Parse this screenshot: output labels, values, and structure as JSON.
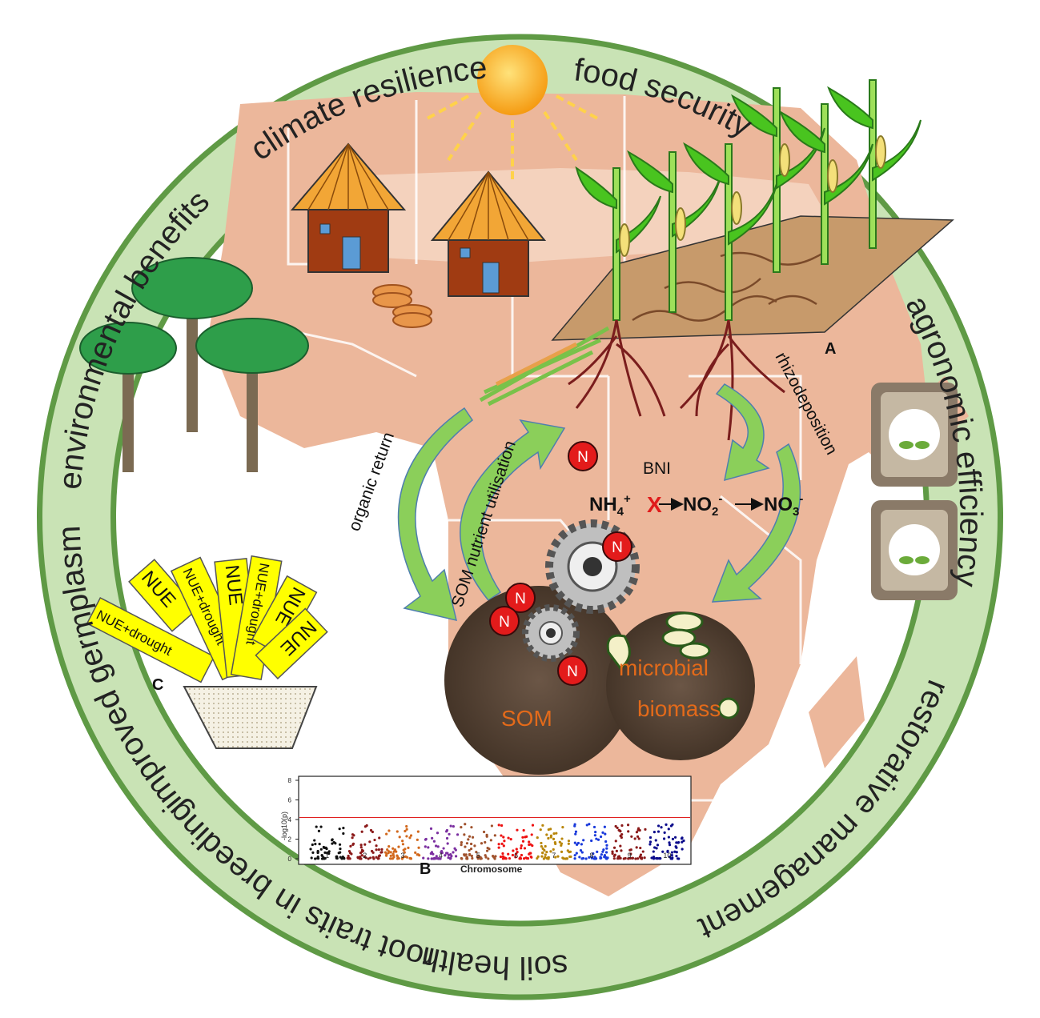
{
  "ring": {
    "labels": [
      "climate resilience",
      "food security",
      "environmental benefits",
      "agronomic efficiency",
      "improved germplasm",
      "restorative management",
      "root traits in breeding",
      "soil health"
    ]
  },
  "panels": {
    "a": "A",
    "b": "B",
    "c": "C"
  },
  "process": {
    "organic_return": "organic return",
    "som_utilisation": "SOM nutrient utilisation",
    "rhizodeposition": "rhizodeposition",
    "bni": "BNI",
    "nh4": "NH",
    "nh4_sub": "4",
    "nh4_sup": "+",
    "block": "X",
    "no2": "NO",
    "no2_sub": "2",
    "no2_sup": "-",
    "no3": "NO",
    "no3_sub": "3",
    "no3_sup": "-",
    "nitrogen": "N",
    "som": "SOM",
    "microbial": "microbial",
    "biomass": "biomass"
  },
  "germplasm_tags": [
    "NUE+drought",
    "NUE",
    "NUE+drought",
    "NUE",
    "NUE+drought",
    "NUE",
    "NUE"
  ],
  "manhattan": {
    "ylabel": "-log10(p)",
    "xlabel": "Chromosome",
    "yticks": [
      "0",
      "2",
      "4",
      "6",
      "8"
    ],
    "chromosomes": [
      "1",
      "2",
      "3",
      "4",
      "5",
      "6",
      "7",
      "8",
      "9",
      "10"
    ],
    "colors": [
      "#111111",
      "#8b1a1a",
      "#d2691e",
      "#7b2fa0",
      "#a0522d",
      "#ee1111",
      "#b8860b",
      "#1a3adb",
      "#8b1a1a",
      "#0a0a8b"
    ],
    "threshold": 4.2
  },
  "colors": {
    "ring": "#c9e3b5",
    "ring_border": "#5f9a45",
    "land": "#ecb79b",
    "arrow": "#8bcf5a",
    "tag": "#ffff00"
  }
}
